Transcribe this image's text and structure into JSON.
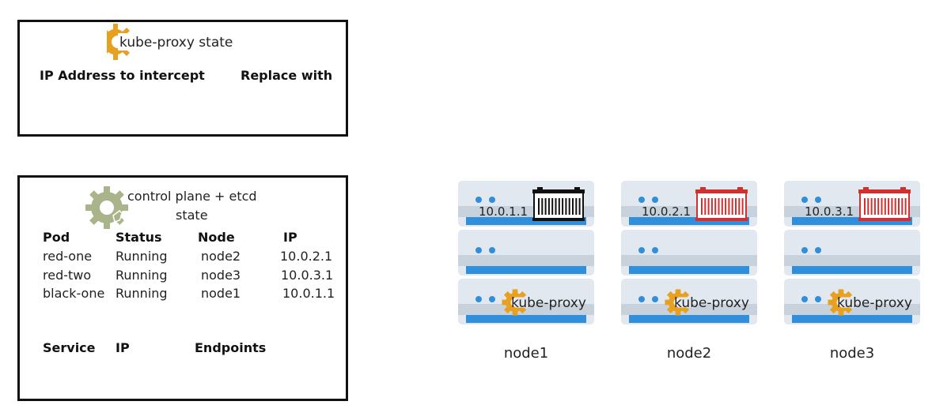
{
  "kube_proxy_state": {
    "title": "kube-proxy state",
    "headers": [
      "IP Address to intercept",
      "Replace with"
    ]
  },
  "control_plane": {
    "title_line1": "control plane + etcd",
    "title_line2": "state",
    "pod_headers": [
      "Pod",
      "Status",
      "Node",
      "IP"
    ],
    "pods": [
      {
        "pod": "red-one",
        "status": "Running",
        "node": "node2",
        "ip": "10.0.2.1"
      },
      {
        "pod": "red-two",
        "status": "Running",
        "node": "node3",
        "ip": "10.0.3.1"
      },
      {
        "pod": "black-one",
        "status": "Running",
        "node": "node1",
        "ip": "10.0.1.1"
      }
    ],
    "service_headers": [
      "Service",
      "IP",
      "Endpoints"
    ]
  },
  "nodes": [
    {
      "name": "node1",
      "pod_ip": "10.0.1.1",
      "pod_color": "#111111",
      "proxy_label": "kube-proxy"
    },
    {
      "name": "node2",
      "pod_ip": "10.0.2.1",
      "pod_color": "#d32f2f",
      "proxy_label": "kube-proxy"
    },
    {
      "name": "node3",
      "pod_ip": "10.0.3.1",
      "pod_color": "#d32f2f",
      "proxy_label": "kube-proxy"
    }
  ],
  "colors": {
    "gear_orange": "#e8a020",
    "gear_olive": "#a9b48a",
    "server_light": "#e1e8f0",
    "server_dark": "#c8d2dd",
    "server_stripe": "#2f8fdc",
    "led": "#2f8fdc"
  },
  "icons": [
    "gear-icon",
    "container-icon",
    "server-icon"
  ]
}
